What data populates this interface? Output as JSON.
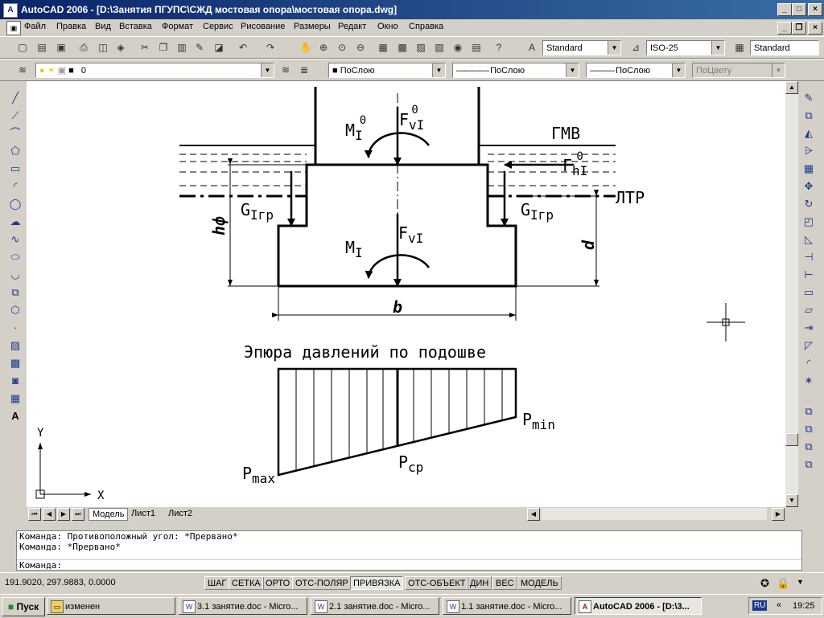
{
  "window": {
    "title": "AutoCAD 2006 - [D:\\Занятия ПГУПС\\СЖД мостовая опора\\мостовая опора.dwg]",
    "minimize": "_",
    "maximize": "□",
    "close": "×"
  },
  "menu": [
    "Файл",
    "Правка",
    "Вид",
    "Вставка",
    "Формат",
    "Сервис",
    "Рисование",
    "Размеры",
    "Редакт",
    "Окно",
    "Справка"
  ],
  "toolbar": {
    "text_style": "Standard",
    "dim_style": "ISO-25",
    "table_style": "Standard",
    "layer": "0",
    "color": "ПоСлою",
    "linetype": "ПоСлою",
    "lineweight": "ПоСлою",
    "plotstyle": "ПоЦвету"
  },
  "drawing": {
    "labels": {
      "gmv": "ГМВ",
      "ltr": "ЛТР",
      "hf": "hф",
      "d": "d",
      "b": "b",
      "epure_title": "Эпюра давлений по подошве"
    },
    "loads": {
      "fv0_main": "F",
      "fv0_sub": "vI",
      "fv0_sup": "0",
      "m0_main": "M",
      "m0_sub": "I",
      "m0_sup": "0",
      "fh_main": "F",
      "fh_sub": "hI",
      "fh_sup": "0",
      "g_main": "G",
      "g_sub": "Iгр",
      "fv_main": "F",
      "fv_sub": "vI",
      "m_main": "M",
      "m_sub": "I"
    },
    "pressures": {
      "p_main": "P",
      "pmax_sub": "max",
      "pmin_sub": "min",
      "pcp_sub": "cp"
    },
    "ucs_x": "X",
    "ucs_y": "Y"
  },
  "tabs": [
    "Модель",
    "Лист1",
    "Лист2"
  ],
  "command_lines": [
    "Команда: Противоположный угол: *Прервано*",
    "Команда: *Прервано*",
    "Команда:"
  ],
  "status": {
    "coords": "191.9020, 297.9883, 0.0000",
    "buttons": [
      "ШАГ",
      "СЕТКА",
      "ОРТО",
      "ОТС-ПОЛЯР",
      "ПРИВЯЗКА",
      "ОТС-ОБЪЕКТ",
      "ДИН",
      "ВЕС",
      "МОДЕЛЬ"
    ],
    "active": [
      "ПРИВЯЗКА"
    ]
  },
  "taskbar": {
    "start": "Пуск",
    "tasks": [
      "изменен",
      "3.1 занятие.doc - Micro...",
      "2.1 занятие.doc - Micro...",
      "1.1 занятие.doc - Micro...",
      "AutoCAD 2006 - [D:\\3..."
    ],
    "lang": "RU",
    "time": "19:25"
  }
}
